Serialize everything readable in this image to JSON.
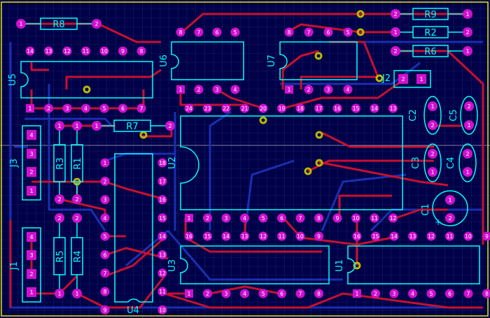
{
  "colors": {
    "background": "#000048",
    "grid": "#2a3a7a",
    "outline": "#e8e800",
    "silk": "#00ffff",
    "top_trace": "#c8102e",
    "bottom_trace": "#1a2fb0",
    "pad": "#d010d0",
    "via": "#b8b800"
  },
  "components": {
    "r8": {
      "label": "R8",
      "pin1": "1",
      "pin2": "2"
    },
    "r9": {
      "label": "R9",
      "pin1": "2",
      "pin2": "1"
    },
    "r2": {
      "label": "R2",
      "pin1": "1",
      "pin2": "2"
    },
    "r6": {
      "label": "R6",
      "pin1": "2",
      "pin2": "1"
    },
    "r7": {
      "label": "R7",
      "pin1": "1",
      "pin2": "2"
    },
    "r3": {
      "label": "R3",
      "pin1": "1",
      "pin2": "2"
    },
    "r1": {
      "label": "R1",
      "pin1": "1",
      "pin2": "2"
    },
    "r5": {
      "label": "R5",
      "pin1": "2",
      "pin2": "1"
    },
    "r4": {
      "label": "R4",
      "pin1": "2",
      "pin2": "1"
    },
    "j1": {
      "label": "J1",
      "pins": [
        "4",
        "3",
        "2",
        "1"
      ]
    },
    "j2": {
      "label": "J2",
      "pins": [
        "2",
        "1"
      ]
    },
    "j3": {
      "label": "J3",
      "pins": [
        "4",
        "3",
        "2",
        "1"
      ]
    },
    "c1": {
      "label": "C1",
      "pin1": "1",
      "pin2": "2"
    },
    "c2": {
      "label": "C2",
      "pin1": "1",
      "pin2": "2"
    },
    "c3": {
      "label": "C3",
      "pin1": "2",
      "pin2": "1"
    },
    "c4": {
      "label": "C4",
      "pin1": "2",
      "pin2": "1"
    },
    "c5": {
      "label": "C5",
      "pin1": "2",
      "pin2": "1"
    },
    "u1": {
      "label": "U1",
      "top": [
        "16",
        "15",
        "14",
        "13",
        "12",
        "11",
        "10",
        "9"
      ],
      "bottom": [
        "1",
        "2",
        "3",
        "4",
        "5",
        "6",
        "7",
        "8"
      ]
    },
    "u2": {
      "label": "U2",
      "top": [
        "24",
        "23",
        "22",
        "21",
        "20",
        "19",
        "18",
        "17",
        "16",
        "15",
        "14",
        "13"
      ],
      "bottom": [
        "1",
        "2",
        "3",
        "4",
        "5",
        "6",
        "7",
        "8",
        "9",
        "10",
        "11",
        "12"
      ]
    },
    "u3": {
      "label": "U3",
      "top": [
        "16",
        "15",
        "14",
        "13",
        "12",
        "11",
        "10",
        "9"
      ],
      "bottom": [
        "1",
        "2",
        "3",
        "4",
        "5",
        "6",
        "7",
        "8"
      ]
    },
    "u4": {
      "label": "U4",
      "left": [
        "1",
        "2",
        "3",
        "4",
        "5",
        "6",
        "7",
        "8",
        "9"
      ],
      "right": [
        "18",
        "17",
        "16",
        "15",
        "14",
        "13",
        "12",
        "11",
        "10"
      ]
    },
    "u5": {
      "label": "U5",
      "top": [
        "14",
        "13",
        "12",
        "11",
        "10",
        "9",
        "8"
      ],
      "bottom": [
        "1",
        "2",
        "3",
        "4",
        "5",
        "6",
        "7"
      ]
    },
    "u6": {
      "label": "U6",
      "top": [
        "8",
        "7",
        "6",
        "5"
      ],
      "bottom": [
        "1",
        "2",
        "3",
        "4"
      ]
    },
    "u7": {
      "label": "U7",
      "top": [
        "8",
        "7",
        "6",
        "5"
      ],
      "bottom": [
        "1",
        "2",
        "3",
        "4"
      ]
    }
  }
}
